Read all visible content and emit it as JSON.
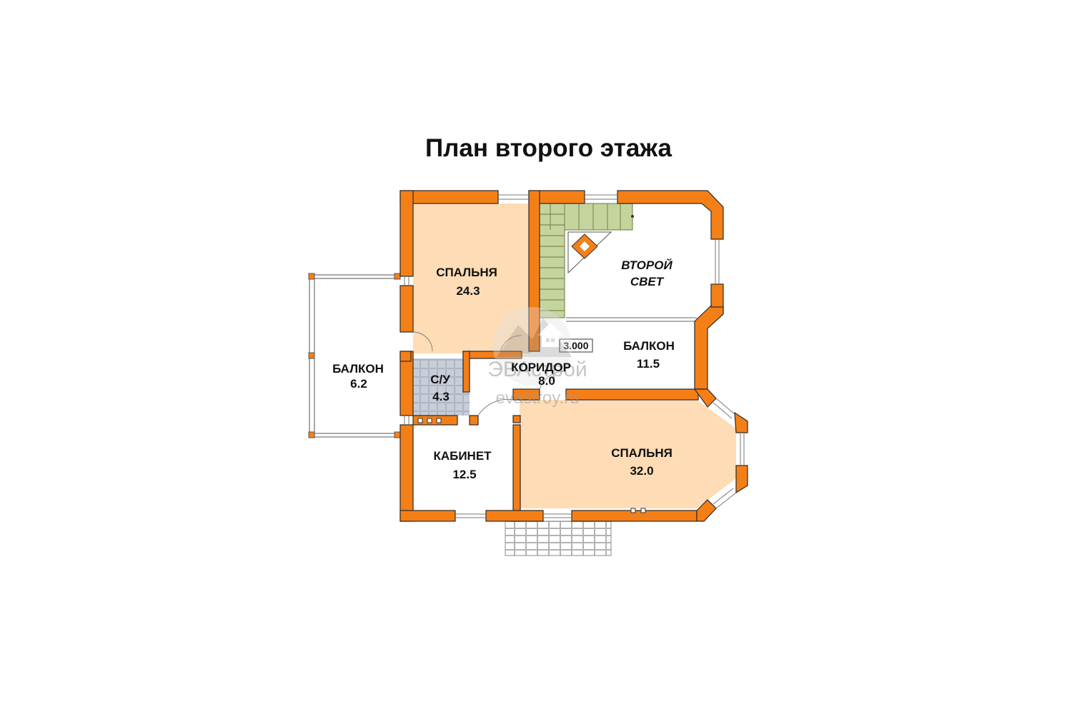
{
  "title": "План второго этажа",
  "colors": {
    "wall": "#f57f17",
    "bedroom_fill": "#fddcb6",
    "stairs_fill": "#c5d39d",
    "bath_tile": "#c8ced8",
    "room_fill": "#ffffff"
  },
  "rooms": {
    "bedroom1": {
      "name": "СПАЛЬНЯ",
      "area": "24.3"
    },
    "second_light": {
      "name_line1": "ВТОРОЙ",
      "name_line2": "СВЕТ"
    },
    "balcony_right": {
      "name": "БАЛКОН",
      "area": "11.5"
    },
    "balcony_left": {
      "name": "БАЛКОН",
      "area": "6.2"
    },
    "bathroom": {
      "name": "С/У",
      "area": "4.3"
    },
    "corridor": {
      "name": "КОРИДОР",
      "area": "8.0"
    },
    "office": {
      "name": "КАБИНЕТ",
      "area": "12.5"
    },
    "bedroom2": {
      "name": "СПАЛЬНЯ",
      "area": "32.0"
    }
  },
  "level_mark": "3.000",
  "watermark": {
    "brand": "ЭВАстрой",
    "url": "evastroy.ru",
    "icon": "house-mountain-logo-icon"
  }
}
